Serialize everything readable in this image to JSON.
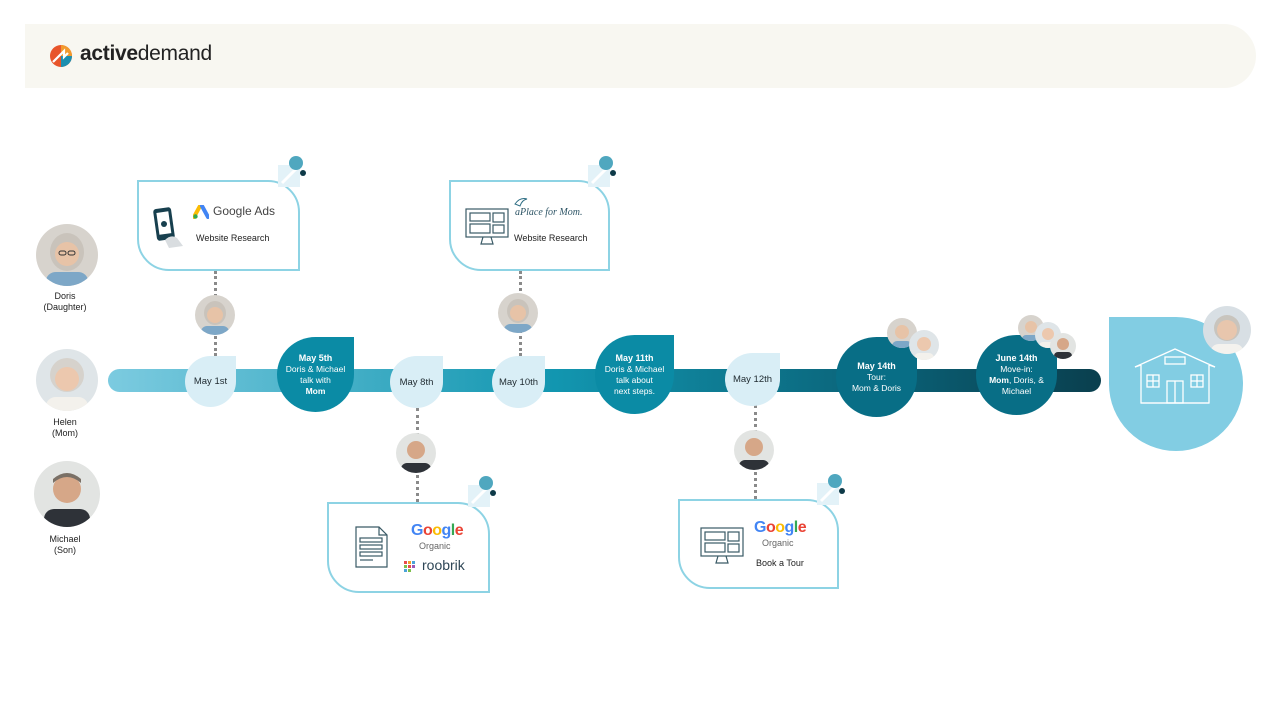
{
  "brand": {
    "name_bold": "active",
    "name_light": "demand"
  },
  "people": [
    {
      "name": "Doris",
      "role": "(Daughter)"
    },
    {
      "name": "Helen",
      "role": "(Mom)"
    },
    {
      "name": "Michael",
      "role": "(Son)"
    }
  ],
  "cards": {
    "google_ads": {
      "title": "Google Ads",
      "subtitle": "Website Research"
    },
    "place_for_mom": {
      "title": "aPlace for Mom.",
      "subtitle": "Website Research"
    },
    "google_organic_roobrik": {
      "title": "Google",
      "subtitle": "Organic",
      "extra": "roobrik"
    },
    "google_organic_tour": {
      "title": "Google",
      "subtitle": "Organic",
      "extra": "Book a Tour"
    }
  },
  "events": {
    "may1": {
      "label": "May 1st"
    },
    "may5": {
      "title": "May 5th",
      "line1": "Doris & Michael",
      "line2": "talk with",
      "line3": "Mom"
    },
    "may8": {
      "label": "May 8th"
    },
    "may10": {
      "label": "May 10th"
    },
    "may11": {
      "title": "May 11th",
      "line1": "Doris & Michael",
      "line2": "talk about",
      "line3": "next steps."
    },
    "may12": {
      "label": "May 12th"
    },
    "may14": {
      "title": "May 14th",
      "line1": "Tour:",
      "line2": "Mom & Doris"
    },
    "june14": {
      "title": "June 14th",
      "line1": "Move-in:",
      "bold": "Mom",
      "rest": ", Doris, &",
      "line3": "Michael"
    }
  },
  "colors": {
    "dark_teal": "#0b8ba5",
    "light_blue": "#8dd3e4",
    "pale_blue": "#d9eef6"
  }
}
